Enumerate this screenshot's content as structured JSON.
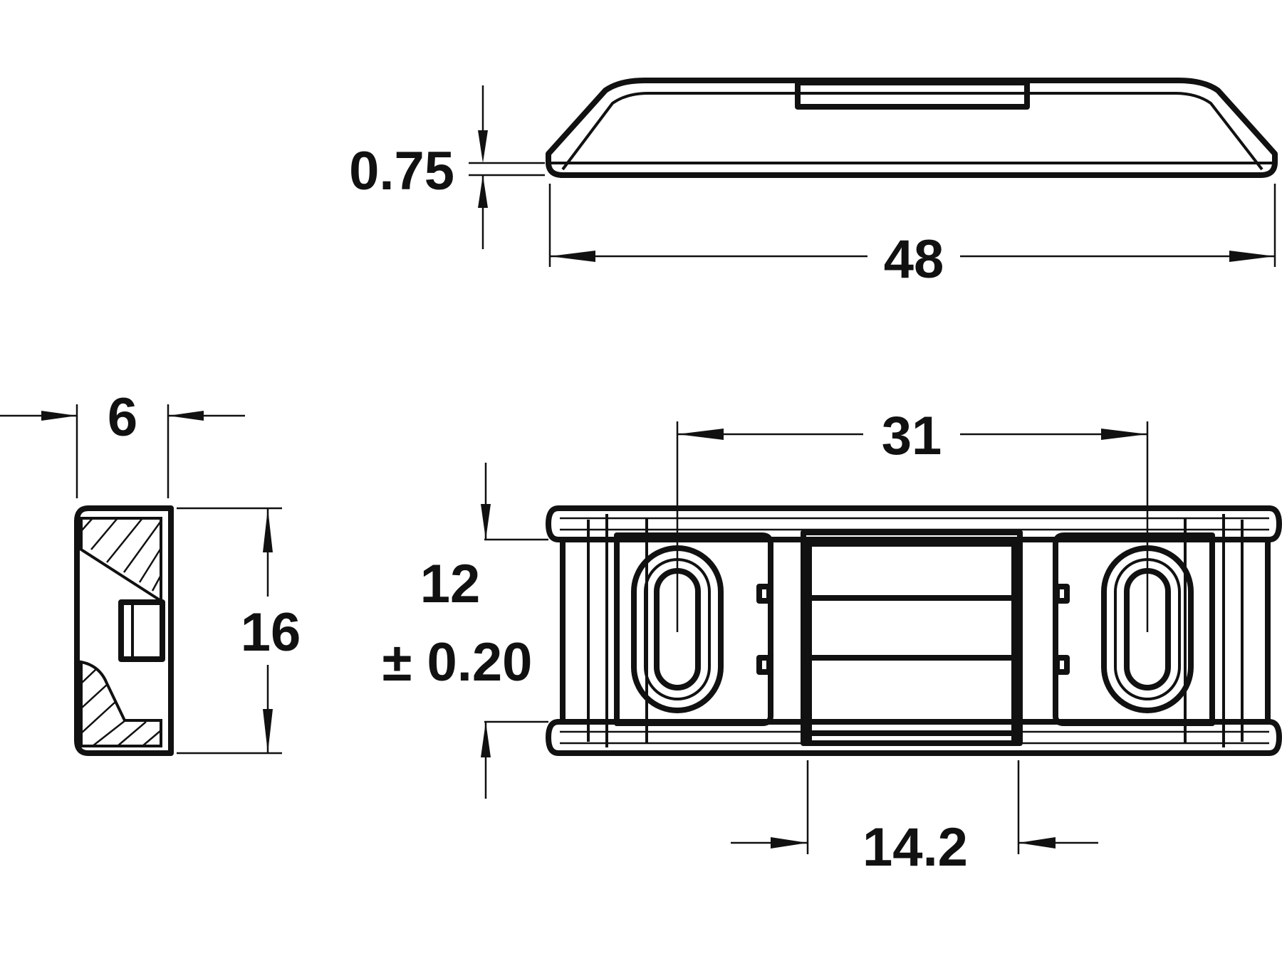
{
  "dimensions": {
    "thickness": "0.75",
    "overall_length": "48",
    "width": "6",
    "height": "16",
    "hole_spacing": "31",
    "inner_height": "12",
    "inner_tolerance": "± 0.20",
    "center_width": "14.2"
  },
  "colors": {
    "line": "#111111",
    "background": "#ffffff"
  }
}
